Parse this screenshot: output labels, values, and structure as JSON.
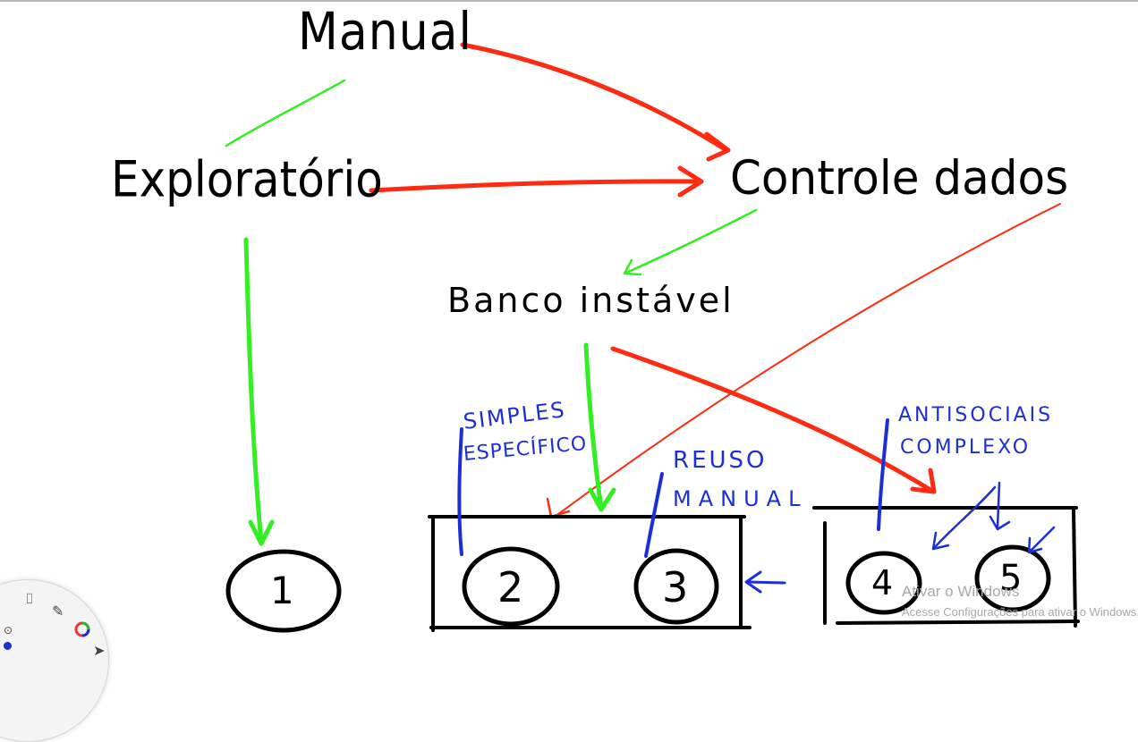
{
  "nodes": {
    "manual": "Manual",
    "exploratorio": "Exploratório",
    "controle_dados": "Controle dados",
    "banco_instavel": "Banco instável",
    "n1": "1",
    "n2": "2",
    "n3": "3",
    "n4": "4",
    "n5": "5"
  },
  "annotations": {
    "simples": "SIMPLES",
    "especifico": "ESPECÍFICO",
    "reuso": "REUSO",
    "manual": "MANUAL",
    "antisociais": "ANTISOCIAIS",
    "complexo": "COMPLEXO"
  },
  "watermark": {
    "title": "Ativar o Windows",
    "subtitle": "Acesse Configurações para ativar o Windows."
  },
  "colors": {
    "red": "#ff2a12",
    "green": "#33ee22",
    "blue": "#1c2fd6",
    "ink": "#000000"
  },
  "tools": {
    "icons": [
      "eraser-icon",
      "pen-icon",
      "color-wheel-icon",
      "select-icon",
      "lock-icon"
    ]
  }
}
